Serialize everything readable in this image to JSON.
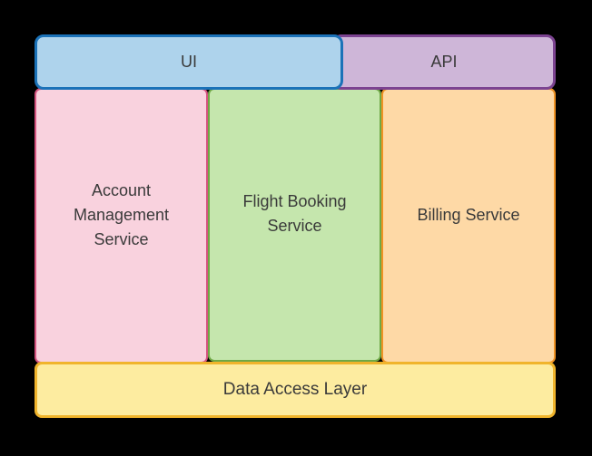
{
  "diagram": {
    "background_color": "#000000",
    "text_color": "#3a3a3a",
    "top_bars": {
      "ui": {
        "label": "UI",
        "fill": "#aed3ec",
        "border": "#1b72b8"
      },
      "api": {
        "label": "API",
        "fill": "#ceb6d8",
        "border": "#7c4391"
      }
    },
    "services": {
      "account": {
        "label": "Account Management Service",
        "fill": "#f9d2de",
        "border": "#d4537f"
      },
      "flight": {
        "label": "Flight Booking Service",
        "fill": "#c5e6ad",
        "border": "#6fa845"
      },
      "billing": {
        "label": "Billing Service",
        "fill": "#fed9a6",
        "border": "#ef9224"
      }
    },
    "bottom_bar": {
      "dal": {
        "label": "Data Access Layer",
        "fill": "#fdeca0",
        "border": "#f0b42c"
      }
    }
  }
}
